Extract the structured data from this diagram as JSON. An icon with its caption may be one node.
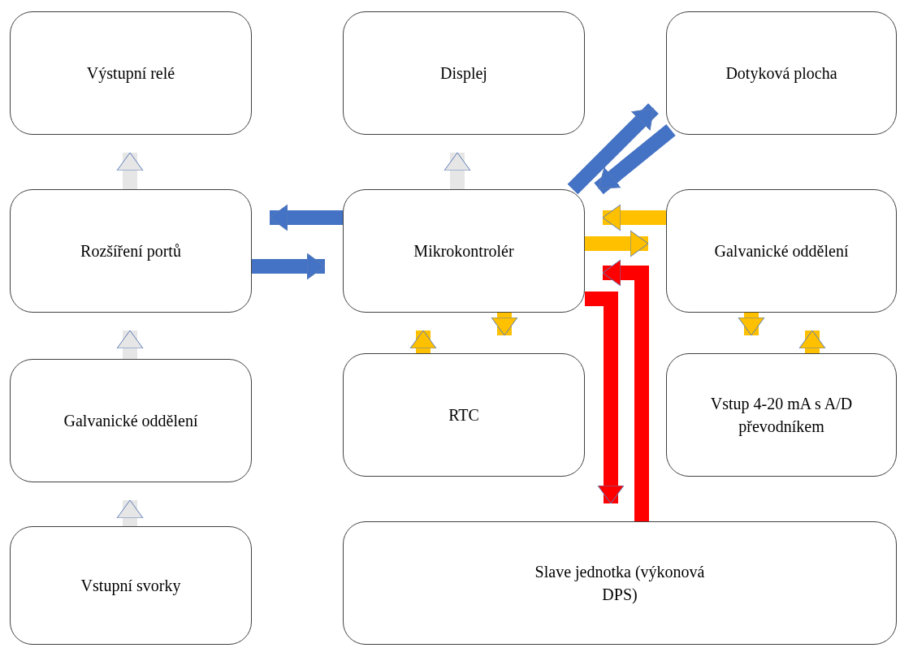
{
  "diagram": {
    "nodes": [
      {
        "text": [
          "Výstupní relé"
        ]
      },
      {
        "text": [
          "Displej"
        ]
      },
      {
        "text": [
          "Dotyková plocha"
        ]
      },
      {
        "text": [
          "Rozšíření portů"
        ]
      },
      {
        "text": [
          "Mikrokontrolér"
        ]
      },
      {
        "text": [
          "Galvanické oddělení"
        ]
      },
      {
        "text": [
          "Galvanické oddělení"
        ]
      },
      {
        "text": [
          "RTC"
        ]
      },
      {
        "text": [
          "Vstup 4-20 mA s A/D převodníkem"
        ]
      },
      {
        "text": [
          "Vstupní svorky"
        ]
      },
      {
        "text": [
          "Slave jednotka (výkonová DPS)"
        ]
      }
    ],
    "edges": [
      {
        "from": 9,
        "to": 6,
        "arrow": "to",
        "color": "#e7e6e6"
      },
      {
        "from": 6,
        "to": 3,
        "arrow": "to",
        "color": "#e7e6e6"
      },
      {
        "from": 3,
        "to": 0,
        "arrow": "to",
        "color": "#e7e6e6"
      },
      {
        "from": 4,
        "to": 1,
        "arrow": "to",
        "color": "#e7e6e6"
      },
      {
        "from": 4,
        "to": 3,
        "arrow": "to",
        "color": "#4472c4"
      },
      {
        "from": 3,
        "to": 4,
        "arrow": "to",
        "color": "#4472c4"
      },
      {
        "from": 4,
        "to": 2,
        "arrow": "to",
        "color": "#4472c4"
      },
      {
        "from": 2,
        "to": 4,
        "arrow": "to",
        "color": "#4472c4"
      },
      {
        "from": 5,
        "to": 4,
        "arrow": "to"
      },
      {
        "from": 4,
        "to": 5,
        "arrow": "to"
      },
      {
        "from": 7,
        "to": 4,
        "arrow": "to"
      },
      {
        "from": 4,
        "to": 7,
        "arrow": "to"
      },
      {
        "from": 5,
        "to": 8,
        "arrow": "to"
      },
      {
        "from": 8,
        "to": 5,
        "arrow": "to"
      },
      {
        "from": 4,
        "to": 10,
        "arrow": "to",
        "color": "#ff0000"
      },
      {
        "from": 10,
        "to": 4,
        "arrow": "to",
        "color": "#ff0000"
      }
    ]
  }
}
